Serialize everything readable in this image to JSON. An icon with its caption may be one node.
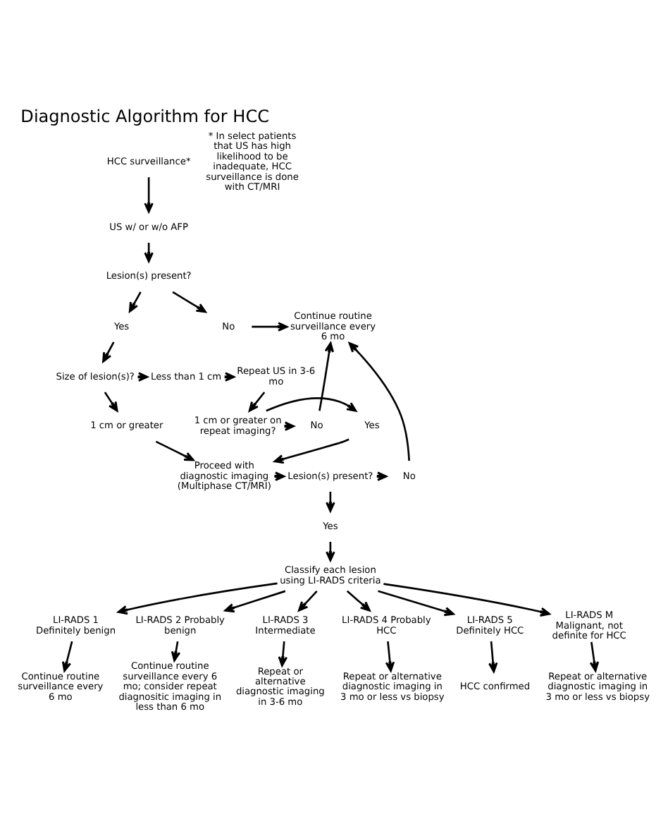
{
  "diagram": {
    "title": "Diagnostic Algorithm for HCC",
    "nodes": [
      {
        "text": [
          "HCC surveillance*"
        ]
      },
      {
        "text": [
          "US w/ or w/o AFP"
        ]
      },
      {
        "text": [
          "Lesion(s) present?"
        ]
      },
      {
        "text": [
          "Yes"
        ]
      },
      {
        "text": [
          "No"
        ]
      },
      {
        "text": [
          "Continue routine surveillance every 6 mo"
        ]
      },
      {
        "text": [
          "Size of lesion(s)?"
        ]
      },
      {
        "text": [
          "Less than 1 cm"
        ]
      },
      {
        "text": [
          "Repeat US in 3-6 mo"
        ]
      },
      {
        "text": [
          "1 cm or greater"
        ]
      },
      {
        "text": [
          "Yes"
        ]
      },
      {
        "text": [
          "1 cm or greater on repeat imaging?"
        ]
      },
      {
        "text": [
          "No"
        ]
      },
      {
        "text": [
          "Proceed with diagnostic imaging (Multiphase CT/MRI)"
        ]
      },
      {
        "text": [
          "Lesion(s) present?"
        ]
      },
      {
        "text": [
          "No"
        ]
      },
      {
        "text": [
          "Yes"
        ]
      },
      {
        "text": [
          "Classify each lesion using LI-RADS criteria"
        ]
      },
      {
        "text": [
          "LI-RADS 1 Definitely benign"
        ]
      },
      {
        "text": [
          "LI-RADS 2 Probably benign"
        ]
      },
      {
        "text": [
          "LI-RADS 3 Intermediate"
        ]
      },
      {
        "text": [
          "LI-RADS 4 Probably HCC"
        ]
      },
      {
        "text": [
          "LI-RADS 5 Definitely HCC"
        ]
      },
      {
        "text": [
          "LI-RADS M Malignant, not definite for HCC"
        ]
      },
      {
        "text": [
          "Continue routine surveillance every 6 mo"
        ]
      },
      {
        "text": [
          "Continue routine surveillance every 6 mo; consider repeat diagnositic imaging in less than 6 mo"
        ]
      },
      {
        "text": [
          "Repeat or alternative diagnostic imaging in 3-6 mo"
        ]
      },
      {
        "text": [
          "Repeat or alternative diagnostic imaging in 3 mo or less vs biopsy"
        ]
      },
      {
        "text": [
          "HCC confirmed"
        ]
      },
      {
        "text": [
          "Repeat or alternative diagnostic imaging in 3 mo or less vs biopsy"
        ]
      }
    ],
    "edges": [
      {
        "from": 0,
        "to": 1,
        "arrow": "to"
      },
      {
        "from": 1,
        "to": 2,
        "arrow": "to"
      },
      {
        "from": 2,
        "to": 3,
        "arrow": "to"
      },
      {
        "from": 2,
        "to": 4,
        "arrow": "to"
      },
      {
        "from": 4,
        "to": 5,
        "arrow": "to"
      },
      {
        "from": 3,
        "to": 6,
        "arrow": "to"
      },
      {
        "from": 6,
        "to": 7,
        "arrow": "to"
      },
      {
        "from": 7,
        "to": 8,
        "arrow": "to"
      },
      {
        "from": 6,
        "to": 9,
        "arrow": "to"
      },
      {
        "from": 8,
        "to": 11,
        "arrow": "to"
      },
      {
        "from": 11,
        "to": 10,
        "arrow": "to"
      },
      {
        "from": 11,
        "to": 12,
        "arrow": "to"
      },
      {
        "from": 9,
        "to": 13,
        "arrow": "to"
      },
      {
        "from": 10,
        "to": 13,
        "arrow": "to"
      },
      {
        "from": 12,
        "to": 5,
        "arrow": "to"
      },
      {
        "from": 13,
        "to": 14,
        "arrow": "to"
      },
      {
        "from": 14,
        "to": 15,
        "arrow": "to"
      },
      {
        "from": 15,
        "to": 5,
        "arrow": "to"
      },
      {
        "from": 14,
        "to": 16,
        "arrow": "to"
      },
      {
        "from": 16,
        "to": 17,
        "arrow": "to"
      },
      {
        "from": 17,
        "to": 18,
        "arrow": "to"
      },
      {
        "from": 17,
        "to": 19,
        "arrow": "to"
      },
      {
        "from": 17,
        "to": 20,
        "arrow": "to"
      },
      {
        "from": 17,
        "to": 21,
        "arrow": "to"
      },
      {
        "from": 17,
        "to": 22,
        "arrow": "to"
      },
      {
        "from": 17,
        "to": 23,
        "arrow": "to"
      },
      {
        "from": 18,
        "to": 24,
        "arrow": "to"
      },
      {
        "from": 19,
        "to": 25,
        "arrow": "to"
      },
      {
        "from": 20,
        "to": 26,
        "arrow": "to"
      },
      {
        "from": 21,
        "to": 27,
        "arrow": "to"
      },
      {
        "from": 22,
        "to": 28,
        "arrow": "to"
      },
      {
        "from": 23,
        "to": 29,
        "arrow": "to"
      }
    ],
    "labels": [
      "* In select patients that US has high likelihood to be inadequate, HCC surveillance is done with CT/MRI"
    ]
  }
}
